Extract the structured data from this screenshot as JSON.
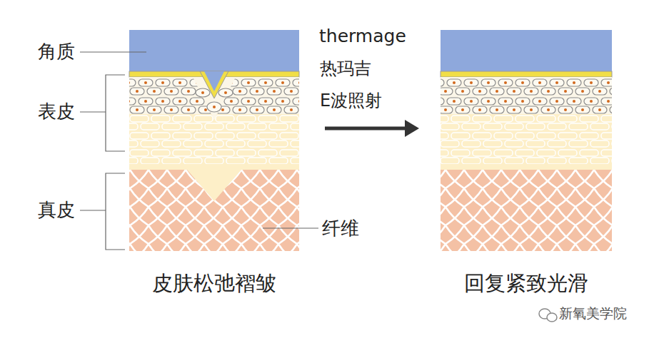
{
  "diagram": {
    "nodes": [
      {
        "text": [
          "皮肤松弛褶皱"
        ]
      },
      {
        "text": [
          "回复紧致光滑"
        ]
      }
    ],
    "edges": [
      {
        "from": 0,
        "to": 1,
        "arrow": "to"
      }
    ],
    "labels": [
      "角质",
      "表皮",
      "真皮",
      "纤维",
      "thermage",
      "热玛吉",
      "E波照射",
      "新氧美学院"
    ]
  }
}
